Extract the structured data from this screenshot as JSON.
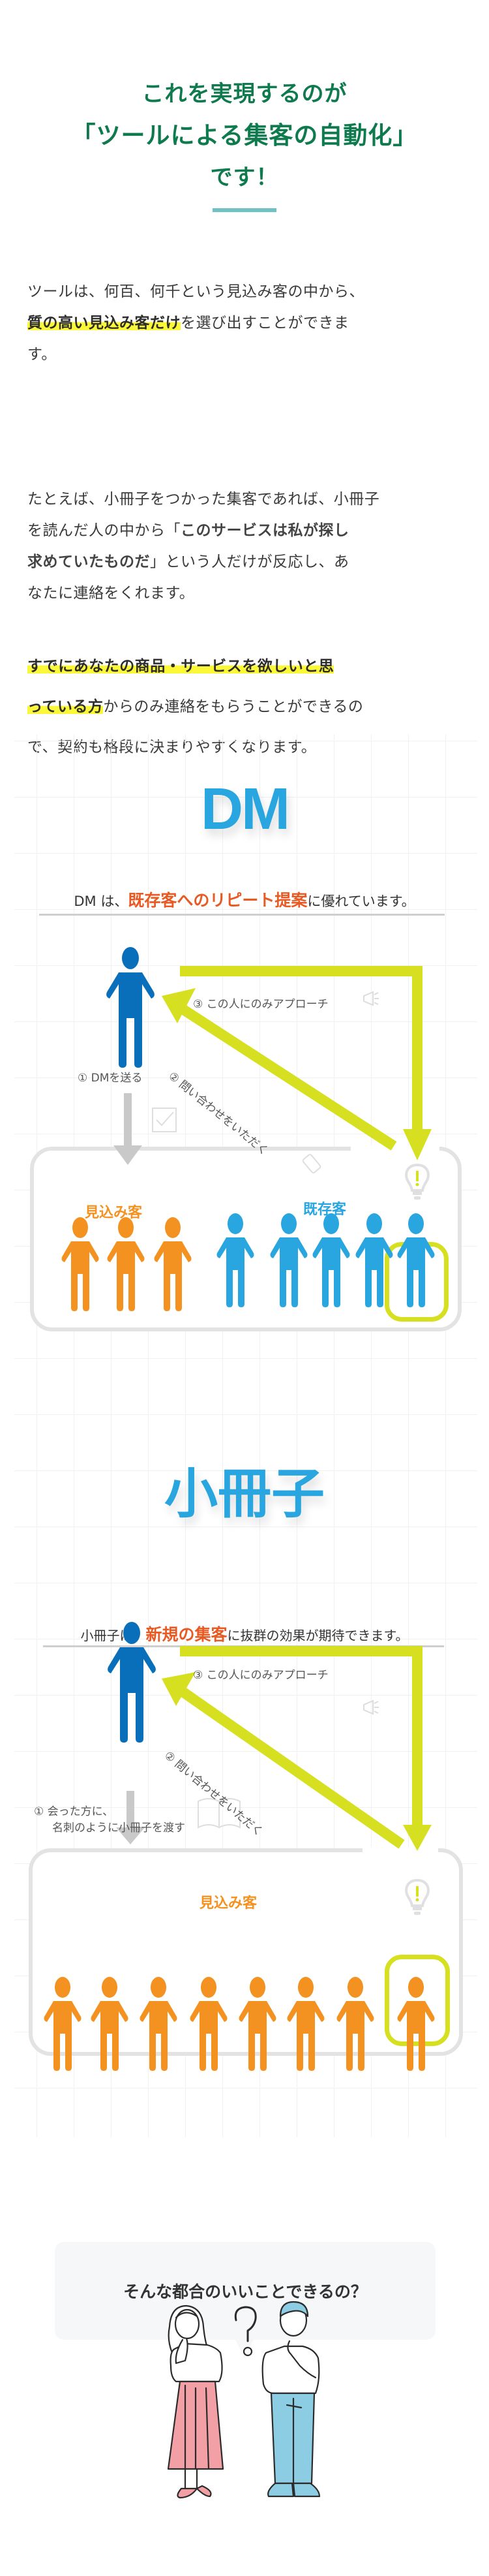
{
  "headline": {
    "line1": "これを実現するのが",
    "line2": "「ツールによる集客の自動化」",
    "line3": "です！"
  },
  "paragraphs": {
    "p1": {
      "line1": "ツールは、何百、何千という見込み客の中から、",
      "highlight": "質の高い見込み客だけ",
      "after_highlight": "を選び出すことができま",
      "line3": "す。"
    },
    "p2": {
      "line1": "たとえば、小冊子をつかった集客であれば、小冊子",
      "line2_pre": "を読んだ人の中から「",
      "quote_part1": "このサービスは私が探し",
      "quote_part2": "求めていたものだ",
      "line3_post": "」という人だけが反応し、あ",
      "line4": "なたに連絡をくれます。"
    },
    "p3": {
      "highlight_line1": "すでにあなたの商品・サービスを欲しいと思",
      "highlight_line2": "っている方",
      "after_highlight": "からのみ連絡をもらうことができるの",
      "line3": "で、契約も格段に決まりやすくなります。"
    }
  },
  "dm_section": {
    "title": "DM",
    "subtitle_pre": "DM は、",
    "subtitle_emphasis": "既存客へのリピート提案",
    "subtitle_post": "に優れています。",
    "step1": "① DMを送る",
    "step2": "② 問い合わせをいただく",
    "step3": "③ この人にのみアプローチ",
    "group_prospects": "見込み客",
    "group_existing": "既存客",
    "prospect_count": 3,
    "existing_count": 5,
    "colors": {
      "prospect": "#f39220",
      "existing": "#29a6e0",
      "sender": "#0a6fba",
      "arrow": "#d6e021"
    }
  },
  "booklet_section": {
    "title": "小冊子",
    "subtitle_pre": "小冊子は、",
    "subtitle_emphasis": "新規の集客",
    "subtitle_post": "に抜群の効果が期待できます。",
    "step1_line1": "① 会った方に、",
    "step1_line2": "名刺のように小冊子を渡す",
    "step2": "② 問い合わせをいただく",
    "step3": "③ この人にのみアプローチ",
    "group_prospects": "見込み客",
    "prospect_count": 8
  },
  "question": {
    "text": "そんな都合のいいことできるの？"
  }
}
